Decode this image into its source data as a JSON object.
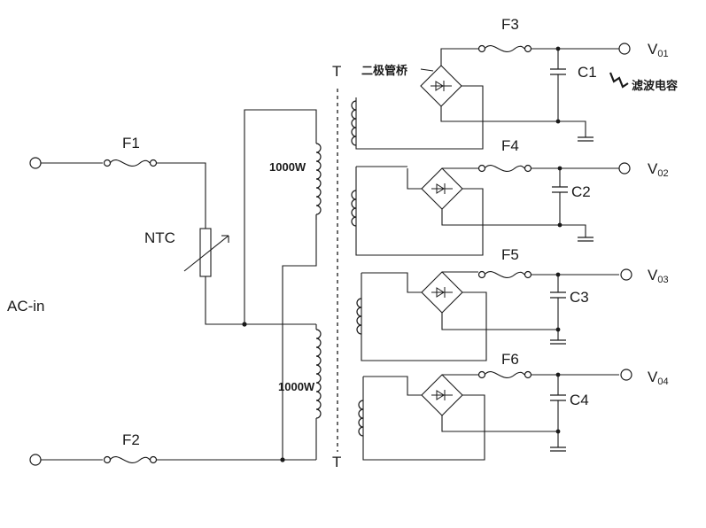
{
  "labels": {
    "ac_in": "AC-in",
    "f1": "F1",
    "f2": "F2",
    "ntc": "NTC",
    "winding_upper": "1000W",
    "winding_lower": "1000W",
    "transformer": "T",
    "bridge_label": "二极管桥",
    "filter_cap_label": "滤波电容"
  },
  "outputs": [
    {
      "fuse": "F3",
      "cap": "C1",
      "v": "V",
      "sub": "01"
    },
    {
      "fuse": "F4",
      "cap": "C2",
      "v": "V",
      "sub": "02"
    },
    {
      "fuse": "F5",
      "cap": "C3",
      "v": "V",
      "sub": "03"
    },
    {
      "fuse": "F6",
      "cap": "C4",
      "v": "V",
      "sub": "04"
    }
  ]
}
